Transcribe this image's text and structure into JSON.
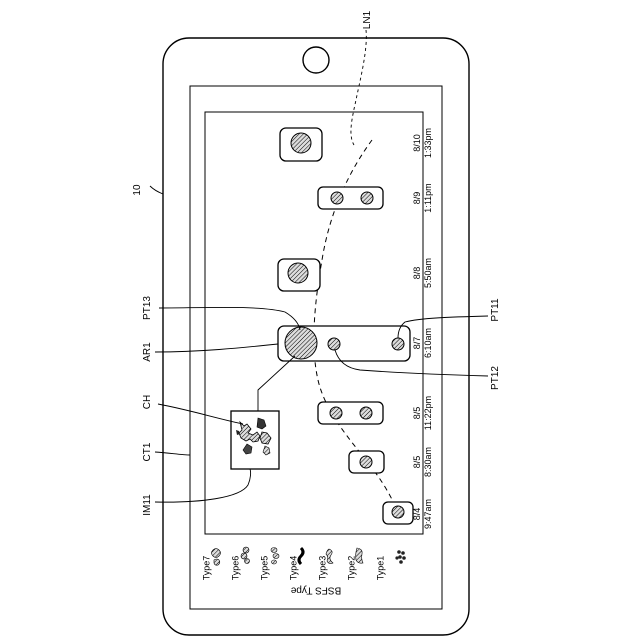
{
  "labels": {
    "device": "10",
    "line": "LN1",
    "pt11": "PT11",
    "pt12": "PT12",
    "pt13": "PT13",
    "ar1": "AR1",
    "ch": "CH",
    "ct1": "CT1",
    "im11": "IM11"
  },
  "timestamps": [
    {
      "date": "8/10",
      "time": "1:33pm"
    },
    {
      "date": "8/9",
      "time": "1:11pm"
    },
    {
      "date": "8/8",
      "time": "5:50am"
    },
    {
      "date": "8/7",
      "time": "6:10am"
    },
    {
      "date": "8/5",
      "time": "11:22pm"
    },
    {
      "date": "8/5",
      "time": "8:30am"
    },
    {
      "date": "8/4",
      "time": "9:47am"
    }
  ],
  "legend": {
    "title": "BSFS Type",
    "types": [
      "Type7",
      "Type6",
      "Type5",
      "Type4",
      "Type3",
      "Type2",
      "Type1"
    ]
  }
}
